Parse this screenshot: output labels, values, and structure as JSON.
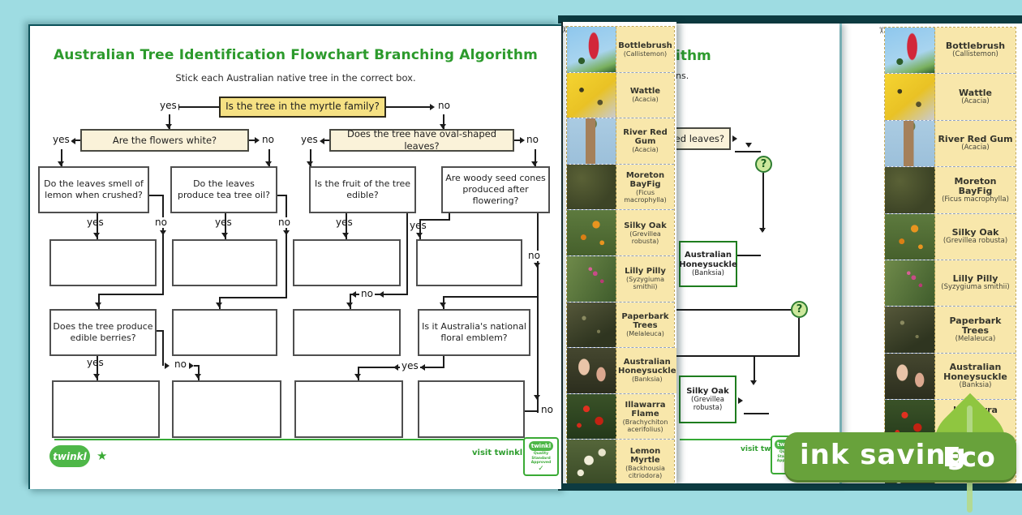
{
  "page1": {
    "title": "Australian Tree Identification Flowchart Branching Algorithm",
    "subtitle": "Stick each Australian native tree in the correct box.",
    "questions": {
      "q1": "Is the tree in the myrtle family?",
      "q2a": "Are the flowers white?",
      "q2b": "Does the tree have oval-shaped leaves?",
      "q3a": "Do the leaves smell of lemon when crushed?",
      "q3b": "Do the leaves produce tea tree oil?",
      "q3c": "Is the fruit of the tree edible?",
      "q3d": "Are woody seed cones produced after flowering?",
      "q4a": "Does the tree produce edible berries?",
      "q4b": "Is it Australia's national floral emblem?"
    },
    "yes": "yes",
    "no": "no",
    "footer": {
      "brand": "twinkl",
      "visit": "visit twinkl.com",
      "badge_line1": "Quality Standard",
      "badge_line2": "Approved",
      "badge_check": "✓"
    }
  },
  "page2": {
    "title_fragment": "ithm",
    "subtitle_fragment": "ns.",
    "question_fragment": "ped leaves?",
    "hint": "?",
    "answer1": {
      "name": "Australian Honeysuckle",
      "latin": "(Banksia)"
    },
    "answer2": {
      "name": "Silky Oak",
      "latin": "(Grevillea robusta)"
    },
    "visit": "visit twinkl.com"
  },
  "trees": [
    {
      "name": "Bottlebrush",
      "latin": "(Callistemon)",
      "photo": "bottlebrush"
    },
    {
      "name": "Wattle",
      "latin": "(Acacia)",
      "photo": "wattle"
    },
    {
      "name": "River Red Gum",
      "latin": "(Acacia)",
      "photo": "rivergum"
    },
    {
      "name": "Moreton BayFig",
      "latin": "(Ficus macrophylla)",
      "photo": "fig"
    },
    {
      "name": "Silky Oak",
      "latin": "(Grevillea robusta)",
      "photo": "silkyoak"
    },
    {
      "name": "Lilly Pilly",
      "latin": "(Syzygiuma smithii)",
      "photo": "lillypilly"
    },
    {
      "name": "Paperbark Trees",
      "latin": "(Melaleuca)",
      "photo": "paperbark"
    },
    {
      "name": "Australian Honeysuckle",
      "latin": "(Banksia)",
      "photo": "honeysuckle"
    },
    {
      "name": "Illawarra Flame",
      "latin": "(Brachychiton acerifolius)",
      "photo": "illawarra"
    },
    {
      "name": "Lemon Myrtle",
      "latin": "(Backhousia citriodora)",
      "photo": "lemonmyrtle"
    }
  ],
  "eco_badge": {
    "label": "ink saving",
    "eco": "Eco"
  },
  "colors": {
    "background": "#9edce2",
    "accent_green": "#2c9a2c",
    "badge_green": "#68a23b",
    "leaf_green": "#8fc640",
    "label_yellow": "#f8e7ab"
  },
  "icons": {
    "scissors": "✂",
    "star": "★"
  }
}
